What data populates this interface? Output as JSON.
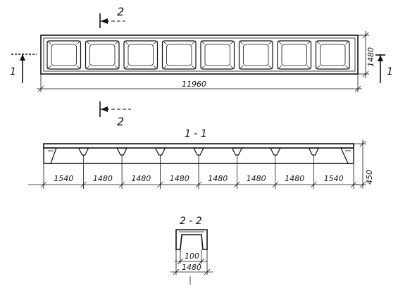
{
  "plan": {
    "length_label": "11960",
    "width_label": "1480",
    "cut_1_label": "1",
    "cut_2_label": "2"
  },
  "section_1": {
    "title": "1 - 1",
    "height_label": "450",
    "spans": [
      "1540",
      "1480",
      "1480",
      "1480",
      "1480",
      "1480",
      "1480",
      "1540"
    ]
  },
  "section_2": {
    "title": "2 - 2",
    "inner_label": "100",
    "width_label": "1480"
  }
}
